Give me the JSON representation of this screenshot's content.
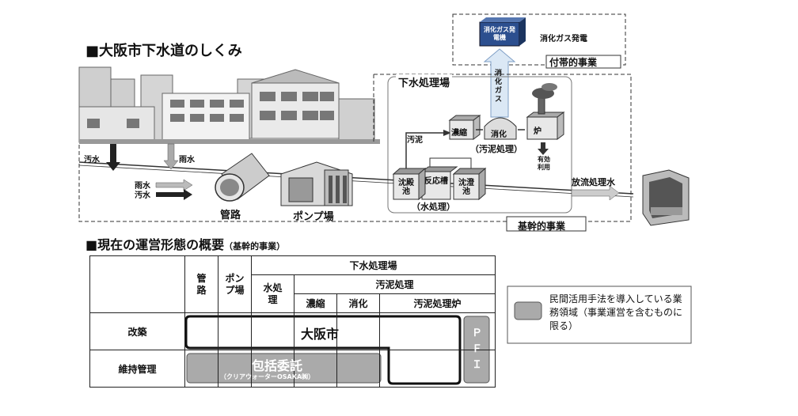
{
  "section1": {
    "title": "■大阪市下水道のしくみ"
  },
  "section2": {
    "title": "■現在の運営形態の概要",
    "subtitle": "（基幹的事業）"
  },
  "top": {
    "plant_box_label": "消化ガス発電機",
    "plant_text": "消化ガス発電",
    "incidental_label": "付帯的事業",
    "gas_label": "消化ガス"
  },
  "diagram": {
    "sewage_label": "汚水",
    "rain_label": "雨水",
    "rain_label_2": "雨水",
    "sewage_label_2": "汚水",
    "pipe_label": "管路",
    "pump_label": "ポンプ場",
    "plant_title": "下水処理場",
    "sludge_label": "汚泥",
    "tank1": "沈殿池",
    "tank2": "反応槽",
    "tank3": "沈澄池",
    "water_treatment": "（水処理）",
    "thickening": "濃縮",
    "digestion": "消化",
    "furnace": "炉",
    "sludge_treatment": "（汚泥処理）",
    "effective_use": "有効利用",
    "discharge": "放流処理水",
    "core_label": "基幹的事業"
  },
  "table": {
    "plant_header": "下水処理場",
    "pipe_header": "管路",
    "pump_header": "ポンプ場",
    "water_header": "水処理",
    "sludge_header": "汚泥処理",
    "thick_header": "濃縮",
    "digest_header": "消化",
    "furnace_header": "汚泥処理炉",
    "row1": "改築",
    "row2": "維持管理",
    "osaka": "大阪市",
    "contract": "包括委託",
    "contract_sub": "（クリアウォーターOSAKA㈱）",
    "pfi": "ＰＦＩ"
  },
  "legend": {
    "text": "民間活用手法を導入している業務領域（事業運営を含むものに限る）",
    "swatch_color": "#aaaaaa"
  },
  "colors": {
    "gray_fill": "#a9a9a9",
    "light_arrow": "#bcd3ea",
    "box_blue": "#2c4f8f"
  }
}
